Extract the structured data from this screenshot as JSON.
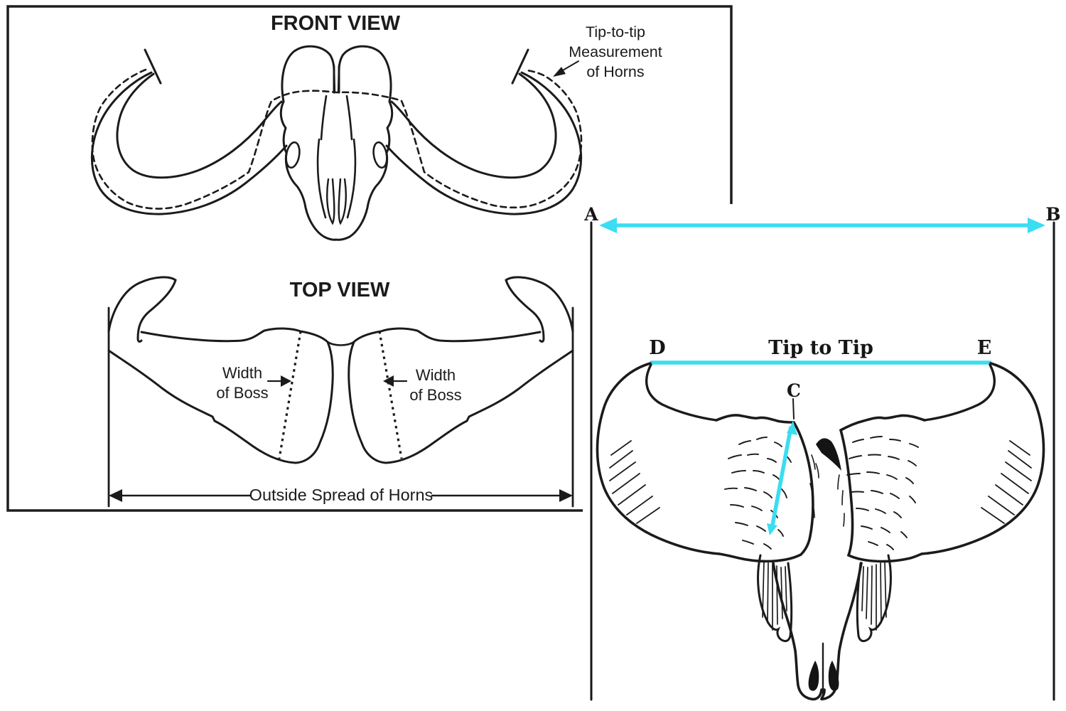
{
  "left_panel": {
    "front_view": {
      "title": "FRONT VIEW",
      "annotation": {
        "line1": "Tip-to-tip",
        "line2": "Measurement",
        "line3": "of Horns"
      }
    },
    "top_view": {
      "title": "TOP VIEW",
      "left_boss_label": {
        "line1": "Width",
        "line2": "of Boss"
      },
      "right_boss_label": {
        "line1": "Width",
        "line2": "of Boss"
      },
      "spread_label": "Outside Spread of Horns"
    }
  },
  "right_panel": {
    "labels": {
      "a": "A",
      "b": "B",
      "c": "C",
      "d": "D",
      "e": "E"
    },
    "tip_to_tip_label": "Tip to Tip"
  },
  "colors": {
    "measure_cyan": "#3bddf2",
    "ink": "#1b1b1b"
  }
}
